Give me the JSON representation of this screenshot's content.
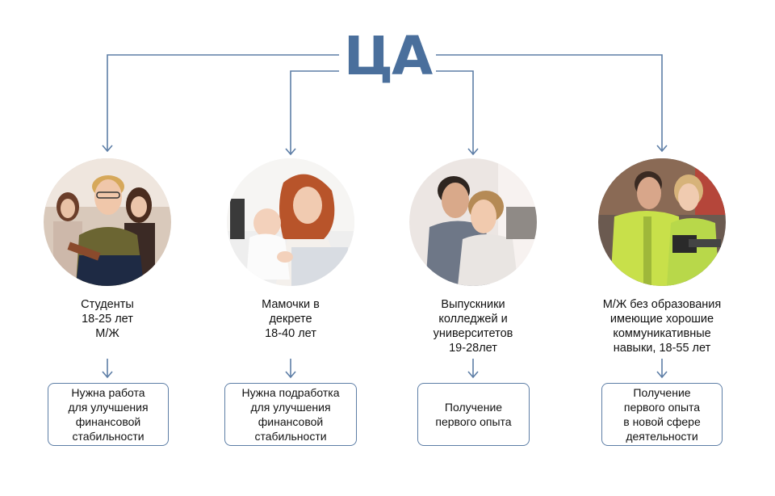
{
  "title": "ЦА",
  "colors": {
    "accent": "#4a6f9c",
    "line": "#5d7ea6"
  },
  "segments": [
    {
      "photo": "students-photo",
      "label": [
        "Студенты",
        "18-25 лет",
        "М/Ж"
      ],
      "need": [
        "Нужна работа",
        "для улучшения",
        "финансовой",
        "стабильности"
      ]
    },
    {
      "photo": "mother-with-baby-photo",
      "label": [
        "Мамочки в",
        "декрете",
        "18-40 лет"
      ],
      "need": [
        "Нужна подработка",
        "для улучшения",
        "финансовой",
        "стабильности"
      ]
    },
    {
      "photo": "graduates-photo",
      "label": [
        "Выпускники",
        "колледжей и",
        "университетов",
        "19-28лет"
      ],
      "need": [
        "Получение",
        "первого опыта"
      ]
    },
    {
      "photo": "workers-photo",
      "label": [
        "М/Ж без образования",
        "имеющие хорошие",
        "коммуникативные",
        "навыки, 18-55 лет"
      ],
      "need": [
        "Получение",
        "первого опыта",
        "в новой сфере",
        "деятельности"
      ]
    }
  ]
}
